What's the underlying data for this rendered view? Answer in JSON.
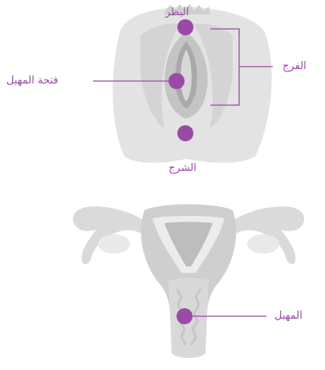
{
  "colors": {
    "accent": "#9a4aa6",
    "body_light": "#e6e6e6",
    "body_mid": "#d2d2d2",
    "body_dark": "#b9b9b9"
  },
  "labels": {
    "perineum": "البظر",
    "vaginal_opening": "فتحة المهبل",
    "vulva": "الفرج",
    "anus": "الشرج",
    "vagina": "المهبل"
  }
}
